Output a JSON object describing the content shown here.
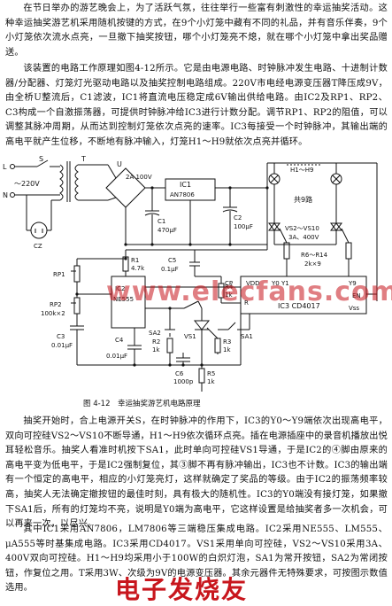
{
  "paragraphs": {
    "p1": "在节日举办的游艺晚会上，为了活跃气氛，往往举行一些富有刺激性的幸运抽奖活动。这种幸运抽奖游艺机采用随机按键的方式，在9个小灯笼中藏有不同的礼品，并有音乐伴奏，9个小灯笼依次流水点亮，一旦撤下抽奖按钮，哪个小灯笼亮不熄，就在哪个小灯笼中拿出奖品赠送。",
    "p2": "该装置的电路工作原理如图4-12所示。它是由电源电路、时钟脉冲发生电路、十进制计数器/分配器、灯笼灯光驱动电路以及抽奖控制电路组成。220V市电经电源变压器T降压成9V，由全桥U整流后，C1滤波，IC1将直流电压稳定成6V输出供给电路。由IC2及RP1、RP2、C3构成一个自激振荡器，可提供时钟脉冲给IC3进行计数分配。调节RP1、RP2的阻值，可以调整其脉冲周期，从而达到控制灯笼依次点亮的速率。IC3每接受一个时钟脉冲，其输出端的高电平就产生位移，不断地有脉冲输入，灯笼H1～H9就依次点亮并循环。",
    "p3": "抽奖开始时，合上电源开关S，在时钟脉冲的作用下，IC3的Y0～Y9端依次出现高电平，双向可控硅VS2～VS10不断导通，H1～H9依次循环点亮。插在电源插座中的录音机播放出悦耳轻松音乐。抽奖人看准时机按下SA1，此时单向可控硅VS1导通，于是IC2的④脚由原来的高电平变为低电平，于是IC2强制复位，其③脚不再有脉冲输出，IC3也不计数。IC3的输出端有一个恒定的高电平，相应的小灯笼亮灯，这样就确定了奖品的等级。由于IC2的振荡频率较高，抽奖人无法确定撤按钮的最佳时刻，具有极大的随机性。IC3的Y0端没有接灯笼，如果撤下SA1后，所有的灯笼均不亮，说明是Y0端为高电平，它这样设置是给抽奖者多一次机会，可以再来一次，以尽兴。",
    "p4": "其中IC1采用AN7806，LM7806等三端稳压集成电路。IC2采用NE555、LM555、μA555等时基集成电路。IC3采用CD4017。VS1采用单向可控硅，VS2～VS10采用3A、400V双向可控硅。H1～H9均采用小于100W的白炽灯泡，SA1为常开按钮，SA2为常闭按钮，作复位之用。T采用3W、次级为9V的电源变压器。其余元器件无特殊要求，可按图示数值选用。"
  },
  "figure": {
    "caption": "图 4-12　幸运抽奖游艺机电路原理",
    "labels": {
      "L": "L",
      "N": "N",
      "S": "S",
      "T": "T",
      "V220": "～220V",
      "U": "U",
      "U_spec": "2A 100V",
      "IC1": "IC1",
      "IC1_part": "AN7806",
      "C1": "C1",
      "C1_val": "470μF",
      "C2": "C2",
      "C2_val": "100μF",
      "CZ": "CZ",
      "R1": "R1",
      "R1_val": "4.7k",
      "RP1": "RP1",
      "IC2": "IC2",
      "IC2_part": "NE555",
      "RP2": "RP2",
      "RP2_val": "100k×2",
      "C3": "C3",
      "C3_val": "0.01μF",
      "C4": "C4",
      "C4_val": "0.01μF",
      "C5": "C5",
      "C5_val": "0.1μF",
      "R4": "R4",
      "R4_val": "1k",
      "SA2": "SA2",
      "R2": "R2",
      "R2_val": "1k",
      "VS1": "VS1",
      "R3": "R3",
      "R3_val": "1k",
      "C6": "C6",
      "C6_val": "1000p",
      "SA1": "SA1",
      "R5": "R5",
      "R5_val": "1k",
      "IC3": "IC3 CD4017",
      "Y0": "Y0 Y1",
      "Y9": "Y9",
      "R": "R",
      "EN": "EN",
      "VSS": "Vss",
      "VDD": "VDD",
      "CP": "CP",
      "H": "H1～H9",
      "lamps": "共9路",
      "VS": "VS2～VS10",
      "VS_spec": "3A、400V",
      "Rg": "R6～R14",
      "Rg_val": "2k×9"
    }
  },
  "watermarks": {
    "top": "www.elecfans.com",
    "bottom": "电子发烧友"
  }
}
